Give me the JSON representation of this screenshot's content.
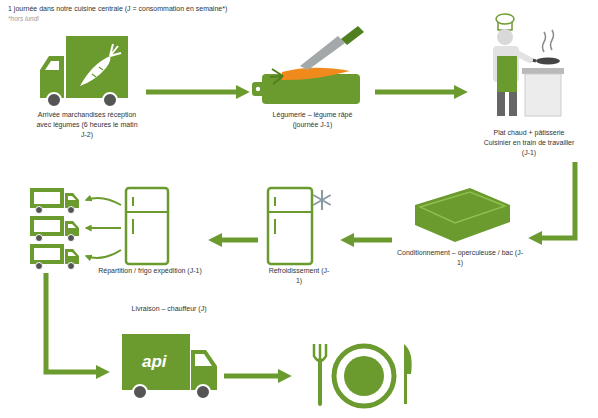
{
  "diagram": {
    "title": "1 journée dans notre cuisine centrale (J = consommation en semaine*)",
    "nodes": [
      {
        "text": [
          "Arrivée marchandises réception avec légumes (6 heures le matin J-2)"
        ]
      },
      {
        "text": [
          "Légumerie – légume râpé (journée J-1)"
        ]
      },
      {
        "text": [
          "Plat chaud + pâtisserie Cuisinier en train de travailler (J-1)"
        ]
      },
      {
        "text": [
          "Conditionnement – operculeuse / bac (J-1)"
        ]
      },
      {
        "text": [
          "Refroidissement (J-1)"
        ]
      },
      {
        "text": [
          "Répartition / frigo expédition (J-1)"
        ]
      },
      {
        "text": [
          "Livraison – chauffeur (J)"
        ]
      }
    ],
    "edges": [
      {
        "from": 0,
        "to": 1,
        "arrow": "to"
      },
      {
        "from": 1,
        "to": 2,
        "arrow": "to"
      },
      {
        "from": 2,
        "to": 3,
        "arrow": "to"
      },
      {
        "from": 3,
        "to": 4,
        "arrow": "to"
      },
      {
        "from": 4,
        "to": 5,
        "arrow": "to"
      }
    ],
    "labels": [
      "*hors lundi",
      "api"
    ]
  }
}
